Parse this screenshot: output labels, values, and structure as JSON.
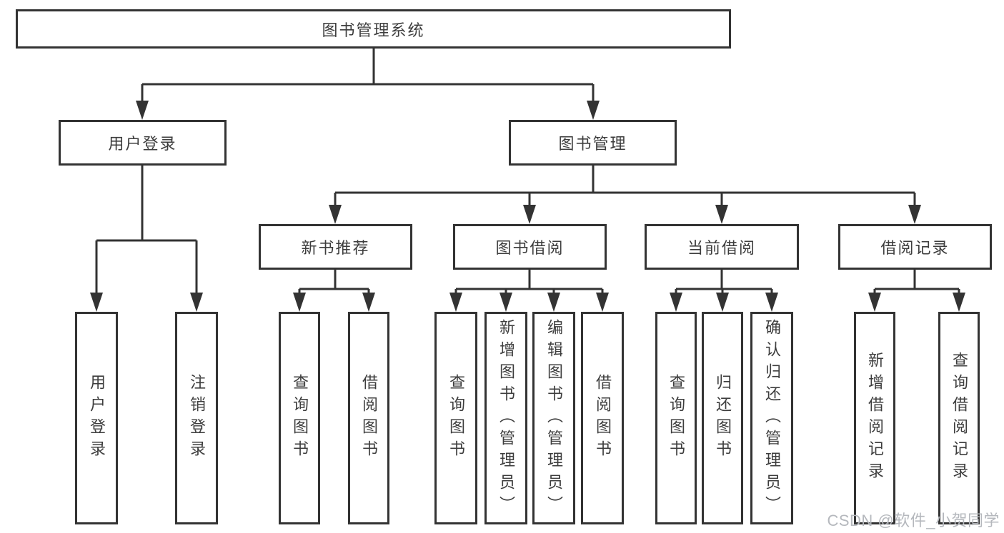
{
  "tree": {
    "label": "图书管理系统",
    "children": [
      {
        "label": "用户登录",
        "children": [
          {
            "label": "用户登录"
          },
          {
            "label": "注销登录"
          }
        ]
      },
      {
        "label": "图书管理",
        "children": [
          {
            "label": "新书推荐",
            "children": [
              {
                "label": "查询图书"
              },
              {
                "label": "借阅图书"
              }
            ]
          },
          {
            "label": "图书借阅",
            "children": [
              {
                "label": "查询图书"
              },
              {
                "label": "新增图书（管理员）"
              },
              {
                "label": "编辑图书（管理员）"
              },
              {
                "label": "借阅图书"
              }
            ]
          },
          {
            "label": "当前借阅",
            "children": [
              {
                "label": "查询图书"
              },
              {
                "label": "归还图书"
              },
              {
                "label": "确认归还（管理员）"
              }
            ]
          },
          {
            "label": "借阅记录",
            "children": [
              {
                "label": "新增借阅记录"
              },
              {
                "label": "查询借阅记录"
              }
            ]
          }
        ]
      }
    ]
  },
  "watermark": {
    "text": "CSDN @软件_小贺同学"
  },
  "colors": {
    "line": "#333333",
    "box_border": "#333333",
    "text": "#3d3d3d",
    "background": "#ffffff",
    "watermark": "#b5b8bd"
  }
}
